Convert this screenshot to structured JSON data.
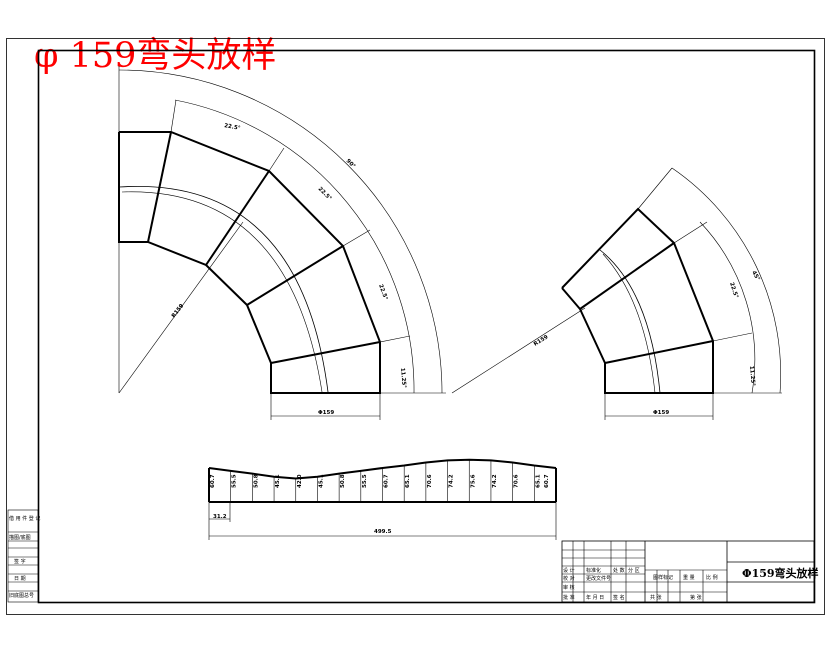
{
  "title": "φ 159弯头放样",
  "elbow90": {
    "angle_total": "90°",
    "segment_angles": [
      "22.5°",
      "22.5°",
      "22.5°",
      "11.25°"
    ],
    "radius": "R159",
    "base_width": "Φ159"
  },
  "elbow45": {
    "angle_total": "45°",
    "segment_angles": [
      "22.5°",
      "11.25°"
    ],
    "radius": "R159",
    "base_width": "Φ159"
  },
  "development": {
    "ordinates": [
      "60.7",
      "55.5",
      "50.8",
      "45.1",
      "42.0",
      "45.1",
      "50.8",
      "55.5",
      "60.7",
      "65.1",
      "70.6",
      "74.2",
      "75.6",
      "74.2",
      "70.6",
      "65.1",
      "60.7"
    ],
    "spacing": "31.2",
    "total_length": "499.5"
  },
  "title_block": {
    "drawing_name": "Φ159弯头放样",
    "left_strip": [
      "借 用 件 登 记",
      "描图/底图",
      "签 字",
      "日 期",
      "旧底图总号"
    ],
    "right_cells": [
      "设 计",
      "校 对",
      "审 核",
      "批 准",
      "标准化",
      "图样标记",
      "重 量",
      "比 例",
      "共 张",
      "第 张",
      "处 数",
      "分 区",
      "更改文件号",
      "签 名",
      "年 月 日"
    ]
  }
}
